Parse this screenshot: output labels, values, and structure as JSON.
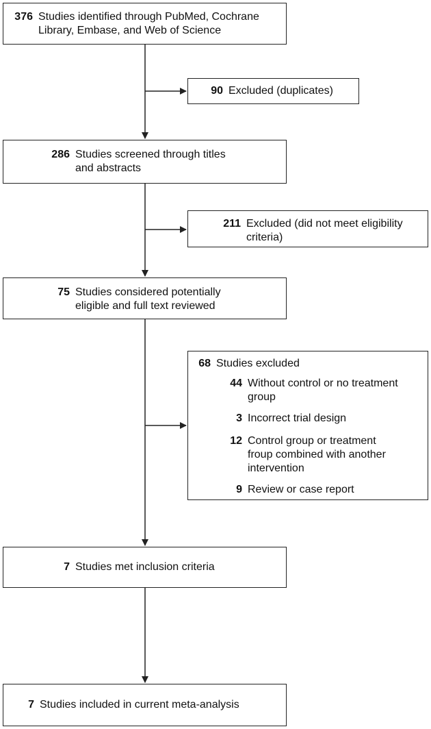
{
  "flow": {
    "identified": {
      "count": "376",
      "text_line1": "Studies identified through PubMed, Cochrane",
      "text_line2": "Library, Embase, and Web of Science"
    },
    "duplicates": {
      "count": "90",
      "text": "Excluded (duplicates)"
    },
    "screened": {
      "count": "286",
      "text_line1": "Studies screened through titles",
      "text_line2": "and abstracts"
    },
    "not_eligible": {
      "count": "211",
      "text_line1": "Excluded (did not meet eligibility",
      "text_line2": "criteria)"
    },
    "full_text": {
      "count": "75",
      "text_line1": "Studies considered potentially",
      "text_line2": "eligible and full text reviewed"
    },
    "excluded": {
      "count": "68",
      "text": "Studies excluded",
      "reasons": [
        {
          "count": "44",
          "line1": "Without control or no treatment",
          "line2": "group"
        },
        {
          "count": "3",
          "line1": "Incorrect trial design"
        },
        {
          "count": "12",
          "line1": "Control group or treatment",
          "line2": "froup combined with another",
          "line3": "intervention"
        },
        {
          "count": "9",
          "line1": "Review or case report"
        }
      ]
    },
    "met_criteria": {
      "count": "7",
      "text": "Studies met inclusion criteria"
    },
    "included": {
      "count": "7",
      "text": "Studies included in current meta-analysis"
    }
  }
}
